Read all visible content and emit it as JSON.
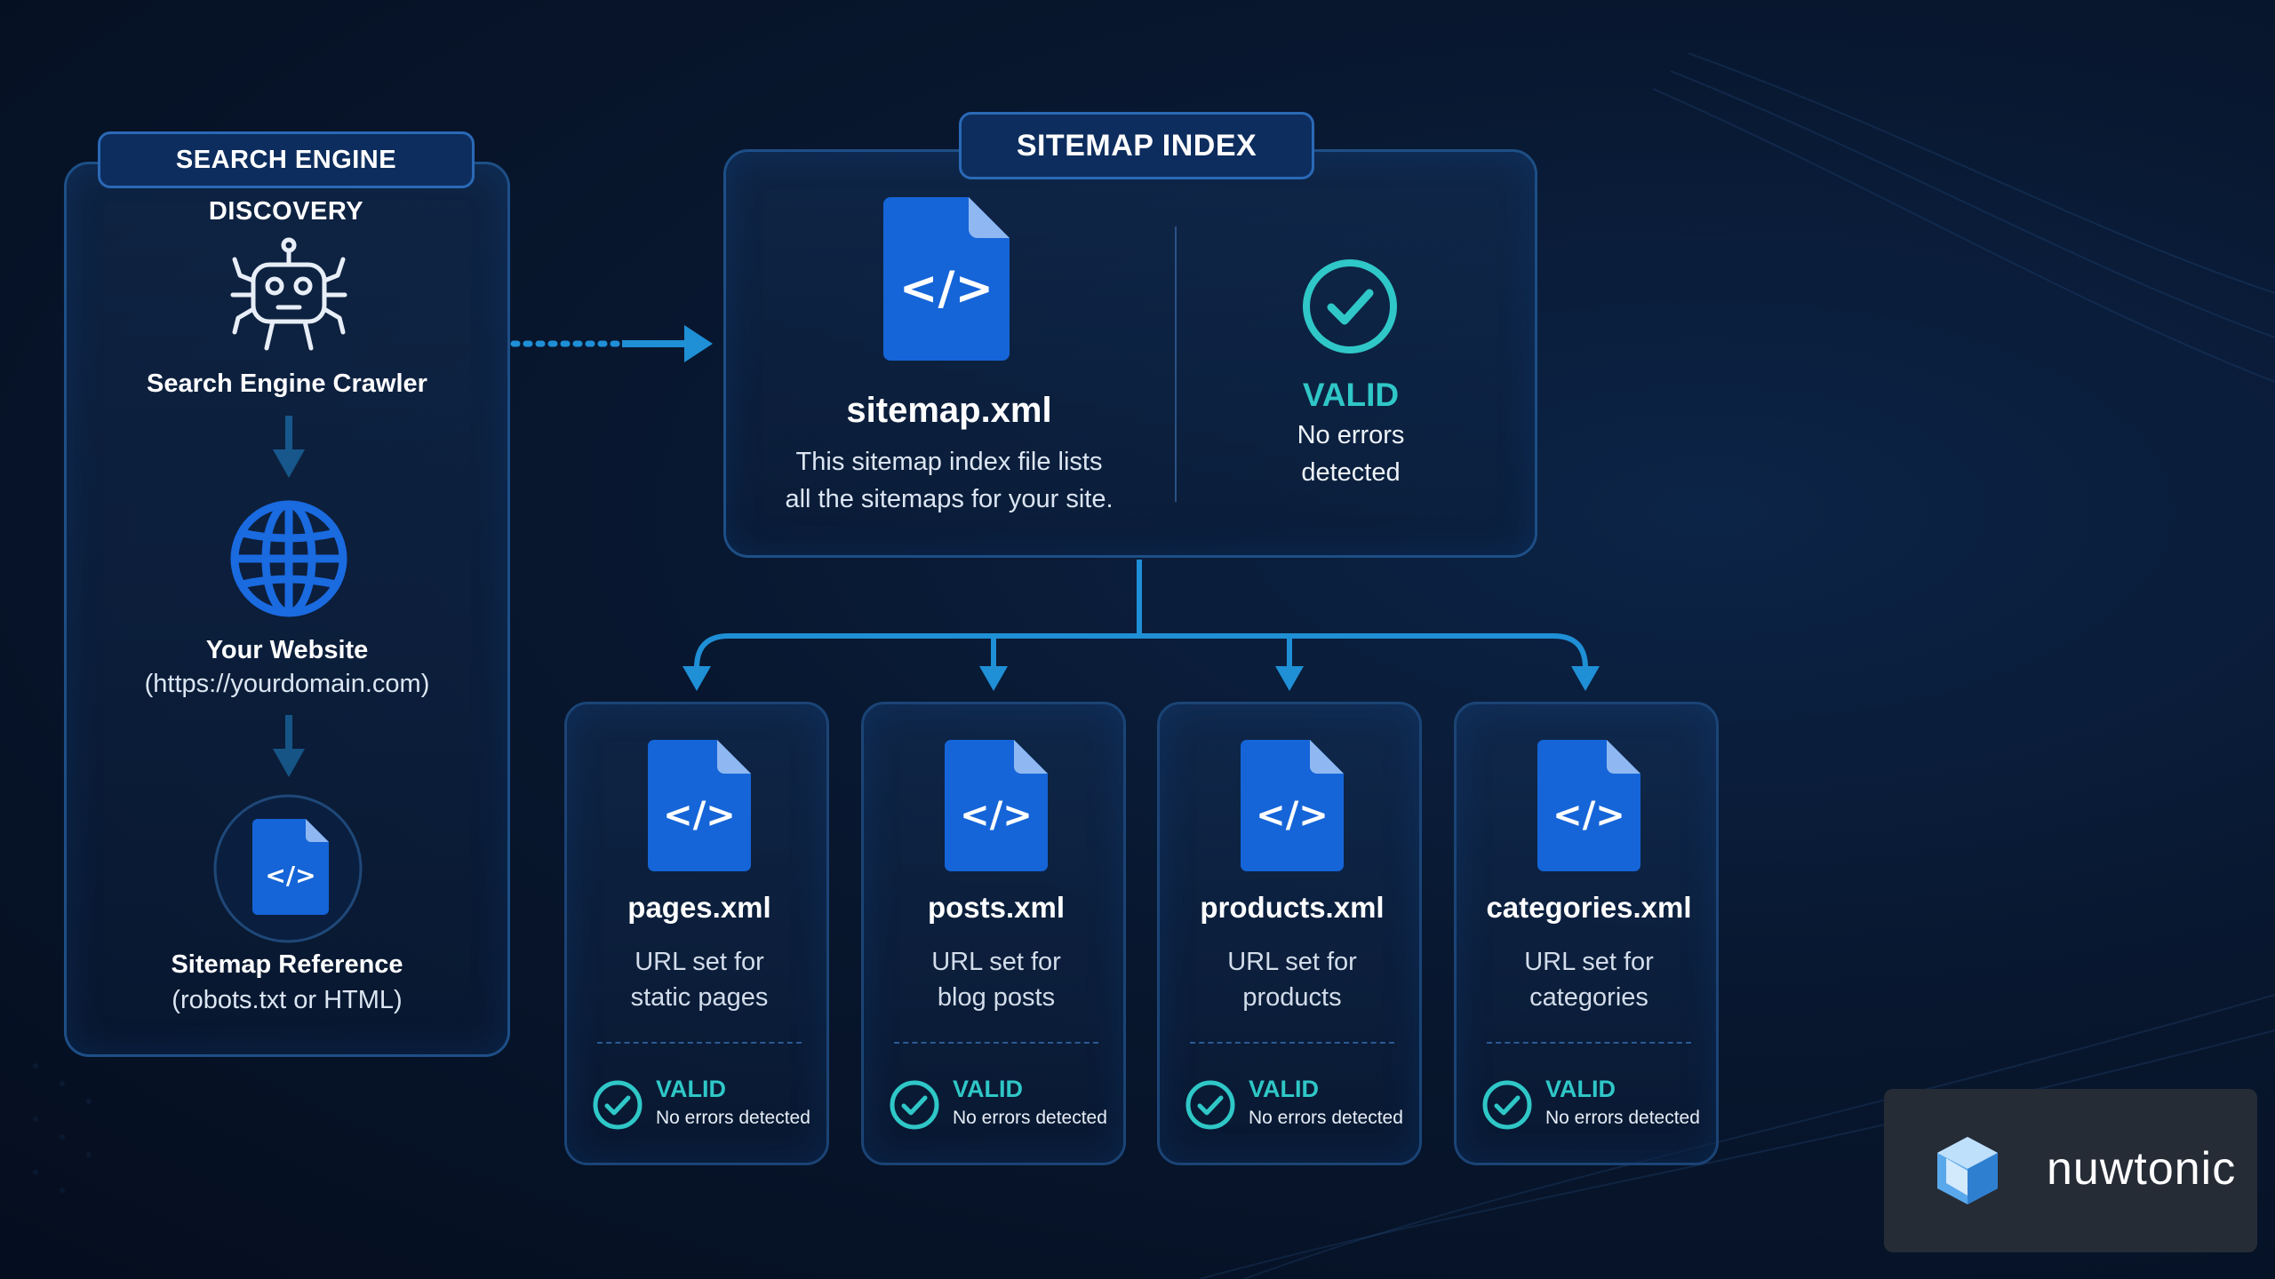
{
  "discovery": {
    "title": "SEARCH ENGINE DISCOVERY",
    "crawler_label": "Search Engine Crawler",
    "website_label": "Your Website",
    "website_url": "(https://yourdomain.com)",
    "reference_label": "Sitemap Reference",
    "reference_sub": "(robots.txt or HTML)",
    "icons": [
      "robot-icon",
      "globe-icon",
      "code-file-icon"
    ]
  },
  "index": {
    "title": "SITEMAP INDEX",
    "file_name": "sitemap.xml",
    "description_line1": "This sitemap index file lists",
    "description_line2": "all the sitemaps for your site.",
    "status": "VALID",
    "status_line1": "No errors",
    "status_line2": "detected"
  },
  "children": [
    {
      "name": "pages.xml",
      "desc1": "URL set for",
      "desc2": "static pages",
      "status": "VALID",
      "note": "No errors detected"
    },
    {
      "name": "posts.xml",
      "desc1": "URL set for",
      "desc2": "blog posts",
      "status": "VALID",
      "note": "No errors detected"
    },
    {
      "name": "products.xml",
      "desc1": "URL set for",
      "desc2": "products",
      "status": "VALID",
      "note": "No errors detected"
    },
    {
      "name": "categories.xml",
      "desc1": "URL set for",
      "desc2": "categories",
      "status": "VALID",
      "note": "No errors detected"
    }
  ],
  "brand": {
    "name": "nuwtonic"
  },
  "colors": {
    "accent": "#2fc7c7",
    "file_blue": "#1565d8",
    "connector": "#1f8fd6",
    "panel_border": "#1d4f86",
    "background": "#061329"
  }
}
